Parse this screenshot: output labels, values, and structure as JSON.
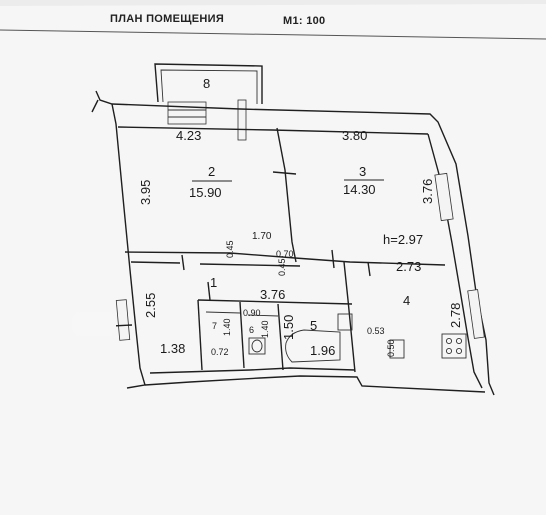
{
  "header": {
    "title": "ПЛАН ПОМЕЩЕНИЯ",
    "scale": "М1: 100"
  },
  "rooms": {
    "r1": {
      "number": "1"
    },
    "r2": {
      "number": "2",
      "area": "15.90"
    },
    "r3": {
      "number": "3",
      "area": "14.30"
    },
    "r4": {
      "number": "4"
    },
    "r5": {
      "number": "5"
    },
    "r6": {
      "number": "6"
    },
    "r7": {
      "number": "7"
    },
    "r8": {
      "number": "8"
    }
  },
  "dimensions": {
    "d_423": "4.23",
    "d_380": "3.80",
    "d_395": "3.95",
    "d_376v": "3.76",
    "d_170": "1.70",
    "d_045a": "0.45",
    "d_070": "0.70",
    "d_045b": "0.45",
    "d_273": "2.73",
    "d_278": "2.78",
    "d_255": "2.55",
    "d_376h": "3.76",
    "d_138": "1.38",
    "d_140a": "1.40",
    "d_090": "0.90",
    "d_140b": "1.40",
    "d_072": "0.72",
    "d_150": "1.50",
    "d_196": "1.96",
    "d_053": "0.53",
    "d_050": "0.50"
  },
  "ceiling_height": "h=2.97"
}
